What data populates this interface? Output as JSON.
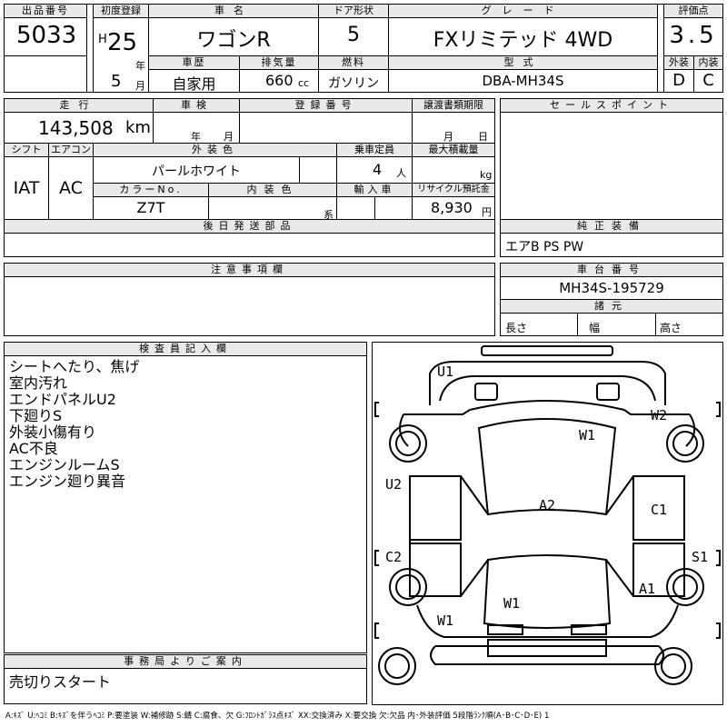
{
  "top": {
    "lot_no_label": "出品番号",
    "lot_no": "5033",
    "first_reg_label": "初度登録",
    "era": "H",
    "year": "25",
    "year_unit": "年",
    "month": "5",
    "month_unit": "月",
    "car_name_label": "車名",
    "car_name": "ワゴンR",
    "door_label": "ドア形状",
    "door": "5",
    "grade_label": "グレード",
    "grade": "FXリミテッド 4WD",
    "score_label": "評価点",
    "score": "3.5",
    "history_label": "車歴",
    "history": "自家用",
    "displacement_label": "排気量",
    "displacement": "660",
    "displacement_unit": "cc",
    "fuel_label": "燃料",
    "fuel": "ガソリン",
    "model_label": "型式",
    "model": "DBA-MH34S",
    "exterior_label": "外装",
    "exterior": "D",
    "interior_label": "内装",
    "interior": "C"
  },
  "mid": {
    "mileage_label": "走行",
    "mileage": "143,508",
    "mileage_unit": "km",
    "inspection_label": "車検",
    "insp_year_unit": "年",
    "insp_month_unit": "月",
    "reg_no_label": "登録番号",
    "transfer_label": "譲渡書類期限",
    "transfer_month_unit": "月",
    "transfer_day_unit": "日",
    "shift_label": "シフト",
    "shift": "IAT",
    "ac_label": "エアコン",
    "ac": "AC",
    "color_label": "外装色",
    "color": "パールホワイト",
    "capacity_label": "乗車定員",
    "capacity": "4",
    "capacity_unit": "人",
    "load_label": "最大積載量",
    "load_unit": "kg",
    "color_no_label": "カラーNo.",
    "color_no": "Z7T",
    "interior_color_label": "内装色",
    "interior_color_suffix": "系",
    "import_label": "輸入車",
    "recycle_label": "リサイクル預託金",
    "recycle": "8,930",
    "recycle_unit": "円",
    "later_parts_label": "後日発送部品",
    "sales_point_label": "セールスポイント",
    "genuine_label": "純正装備",
    "genuine": "エアB PS PW",
    "notice_label": "注意事項欄",
    "chassis_label": "車台番号",
    "chassis": "MH34S-195729",
    "spec_label": "諸元",
    "length_label": "長さ",
    "width_label": "幅",
    "height_label": "高さ"
  },
  "inspector": {
    "label": "検査員記入欄",
    "notes": [
      "シートへたり、焦げ",
      "室内汚れ",
      "エンドパネルU2",
      "下廻りS",
      "外装小傷有り",
      "AC不良",
      "エンジンルームS",
      "エンジン廻り異音"
    ]
  },
  "office": {
    "label": "事務局よりご案内",
    "text": "売切りスタート"
  },
  "diagram_marks": {
    "u1": "U1",
    "w2": "W2",
    "w1_roof": "W1",
    "u2": "U2",
    "a2": "A2",
    "c1": "C1",
    "c2": "C2",
    "s1": "S1",
    "a1": "A1",
    "w1_glass": "W1",
    "w1_bumper": "W1"
  },
  "legend": "A:ｷｽﾞ U:ﾍｺﾐ B:ｷｽﾞを伴うﾍｺﾐ P:要塗装 W:補修跡 S:錆 C:腐食、欠 G:ﾌﾛﾝﾄｶﾞﾗｽ点ｷｽﾞ XX:交換済み X:要交換 欠:欠品 内･外装評価 5段階ﾗﾝｸ順(A･B･C･D･E) 1"
}
